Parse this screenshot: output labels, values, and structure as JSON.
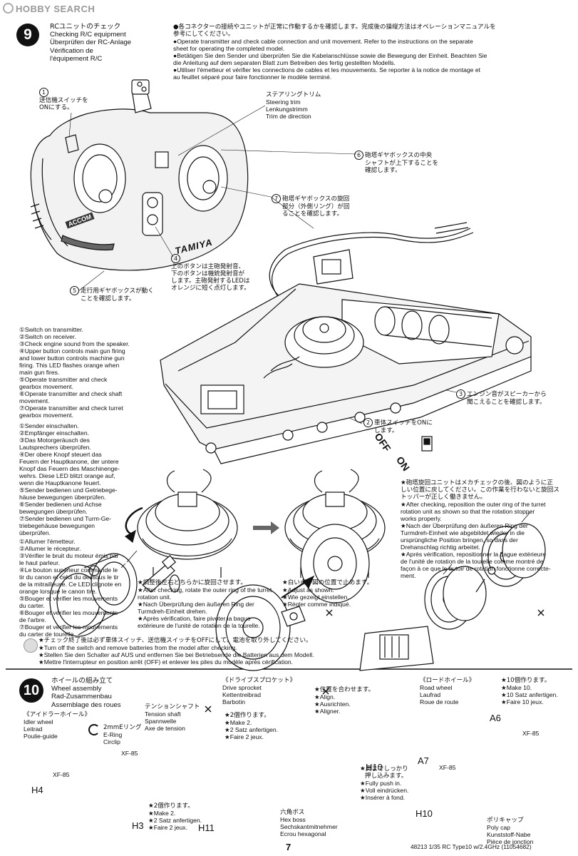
{
  "header": {
    "logo": "HOBBY SEARCH"
  },
  "step9": {
    "number": "9",
    "title_lines": [
      "RCユニットのチェック",
      "Checking R/C equipment",
      "Überprüfen der RC-Anlage",
      "Vérification de",
      "l'équipement R/C"
    ],
    "intro_lines": [
      "●各コネクターの接続やユニットが正常に作動するかを確認します。完成後の操縦方法はオペレーションマニュアルを",
      "参考にしてください。",
      "●Operate transmitter and check cable connection and unit movement. Refer to the instructions on the separate",
      "sheet for operating the completed model.",
      "●Betätigen Sie den Sender und überprüfen Sie die Kabelanschlüsse sowie die Bewegung der Einheit. Beachten Sie",
      "die Anleitung auf dem separaten Blatt zum Betreiben des fertig gestellten Modells.",
      "●Utiliser l'émetteur et vérifier les connections de cables et les mouvements. Se reporter à la notice de montage et",
      "au feuillet séparé pour faire fonctionner le modèle terminé."
    ],
    "c1": {
      "num": "1",
      "lines": [
        "送信機スイッチを",
        "ONにする。"
      ]
    },
    "steering_trim": [
      "ステアリングトリム",
      "Steering trim",
      "Lenkungstrimm",
      "Trim de direction"
    ],
    "c6": {
      "num": "6",
      "lines": [
        "砲塔ギヤボックスの中央",
        "シャフトが上下することを",
        "確認します。"
      ]
    },
    "c7": {
      "num": "7",
      "lines": [
        "砲塔ギヤボックスの旋回",
        "部分（外側リング）が回",
        "ることを確認します。"
      ]
    },
    "c4": {
      "num": "4",
      "lines": [
        "上のボタンは主砲発射音、",
        "下のボタンは機銃発射音が",
        "します。主砲発射するLEDは",
        "オレンジに短く点灯します。"
      ]
    },
    "c5": {
      "num": "5",
      "lines": [
        "走行用ギヤボックスが動く",
        "ことを確認します。"
      ]
    },
    "c3": {
      "num": "3",
      "lines": [
        "エンジン音がスピーカーから",
        "聞こえることを確認します。"
      ]
    },
    "c2": {
      "num": "2",
      "lines": [
        "車体スイッチをONに",
        "します。"
      ]
    },
    "switch_off": "OFF",
    "switch_on": "ON",
    "list_en": [
      "①Switch on transmitter.",
      "②Switch on receiver.",
      "③Check engine sound from the speaker.",
      "④Upper button controls main gun firing",
      "and lower button controls machine gun",
      "firing. This LED flashes orange when",
      "main gun fires.",
      "⑤Operate transmitter and check",
      "gearbox movement.",
      "⑥Operate transmitter and check shaft",
      "movement.",
      "⑦Operate transmitter and check turret",
      "gearbox movement."
    ],
    "list_de": [
      "①Sender einschalten.",
      "②Empfänger einschalten.",
      "③Das Motorgeräusch des",
      "Lautsprechers überprüfen.",
      "④Der obere Knopf steuert das",
      "Feuern der Hauptkanone, der untere",
      "Knopf das Feuern des Maschinenge-",
      "wehrs. Diese LED blitzt orange auf,",
      "wenn die Hauptkanone feuert.",
      "⑤Sender bedienen und Getriebege-",
      "häuse bewegungen überprüfen.",
      "⑥Sender bedienen und Achse",
      "bewegungen überprüfen.",
      "⑦Sender bedienen und Turm-Ge-",
      "triebegehäuse bewegungen",
      "überprüfen."
    ],
    "list_fr": [
      "①Allumer l'émetteur.",
      "②Allumer le récepteur.",
      "③Vérifier le bruit du moteur émis par",
      "le haut parleur.",
      "④Le bouton supérieur commande le",
      "tir du canon et celui du dessous le tir",
      "de la mitrailleuse. Ce LED clignote en",
      "orange lorsque le canon tire.",
      "⑤Bouger et vérifier les mouvements",
      "du carter.",
      "⑥Bouger et vérifier les mouvements",
      "de l'arbre.",
      "⑦Bouger et vérifier les mouvements",
      "du carter de tourelle."
    ],
    "note_right": [
      "★砲塔旋回ユニットはメカチェックの後、図のように正",
      "しい位置に戻してください。この作業を行わないと旋回ス",
      "トッパーが正しく働きません。",
      "★After checking, reposition the outer ring of the turret",
      "rotation unit as shown so that the rotation stopper",
      "works properly.",
      "★Nach der Überprüfung den äußeren Ring der",
      "Turmdreh-Einheit wie abgebildet wieder in die",
      "ursprüngliche Position bringen, so dass der",
      "Drehanschlag richtig arbeitet.",
      "★Après vérification, repositionner la bague extérieure",
      "de l'unité de rotation de la tourelle comme montré de",
      "façon à ce que le butoir de rotation fonctionne correcte-",
      "ment."
    ],
    "note_left": [
      "★調整後左右どちらかに旋回させます。",
      "★After checking, rotate the outer ring of the turret",
      "rotation unit.",
      "★Nach Überprüfung den äußeren Ring der",
      "Turmdreh-Einheit drehen.",
      "★Après vérification, faire pivoter la bague",
      "extérieure de l'unité de rotation de la tourelle."
    ],
    "note_mid": [
      "★白い点が図の位置で止めます。",
      "★Adjust as shown.",
      "★Wie gezeigt einstellen.",
      "★Régler comme indiqué."
    ],
    "final_note": [
      "★チェック終了後は必ず車体スイッチ、送信機スイッチをOFFにして、電池を取り外してください。",
      "★Turn off the switch and remove batteries from the model after checking.",
      "★Stellen Sie den Schalter auf AUS und entfernen Sie bei Betriebsende die Batterien aus dem Modell.",
      "★Mettre l'interrupteur en position arrêt (OFF) et enlever les piles du modèle après cérification."
    ],
    "tx_brand": "TAMIYA",
    "tx_logo": "ACCOM"
  },
  "step10": {
    "number": "10",
    "title_lines": [
      "ホイールの組み立て",
      "Wheel assembly",
      "Rad-Zusammenbau",
      "Assemblage des roues"
    ],
    "idler": [
      "《アイドラーホイール》",
      "Idler wheel",
      "Leitrad",
      "Poulie-guide"
    ],
    "eclip": [
      "2mmEリング",
      "E-Ring",
      "Circlip"
    ],
    "tension": [
      "テンションシャフト",
      "Tension shaft",
      "Spannwelle",
      "Axe de tension"
    ],
    "make2a": [
      "★2個作ります。",
      "★Make 2.",
      "★2 Satz anfertigen.",
      "★Faire 2 jeux."
    ],
    "make2b": [
      "★2個作ります。",
      "★Make 2.",
      "★2 Satz anfertigen.",
      "★Faire 2 jeux."
    ],
    "sprocket": [
      "《ドライブスプロケット》",
      "Drive sprocket",
      "Kettentreibrad",
      "Barbotin"
    ],
    "align": [
      "★位置を合わせます。",
      "★Align.",
      "★Ausrichten.",
      "★Aligner."
    ],
    "push": [
      "★奥までしっかり",
      "押し込みます。",
      "★Fully push in.",
      "★Voll eindrücken.",
      "★Insérer à fond."
    ],
    "hexboss": [
      "六角ボス",
      "Hex boss",
      "Sechskantmitnehmer",
      "Ecrou hexagonal"
    ],
    "roadwheel": [
      "《ロードホイール》",
      "Road wheel",
      "Laufrad",
      "Roue de route"
    ],
    "make10": [
      "★10個作ります。",
      "★Make 10.",
      "★10 Satz anfertigen.",
      "★Faire 10 jeux."
    ],
    "polycap": [
      "ポリキャップ",
      "Poly cap",
      "Kunststoff-Nabe",
      "Pièce de jonction"
    ],
    "labels": {
      "h4": "H4",
      "h3": "H3",
      "h10a": "H10",
      "h10b": "H10",
      "h11": "H11",
      "a7": "A7",
      "a6": "A6",
      "xf1": "XF-85",
      "xf2": "XF-85",
      "xf3": "XF-85",
      "xf4": "XF-85"
    }
  },
  "footer": {
    "page": "7",
    "info": "48213  1/35  RC Type10 w/2.4GHz (11054682)"
  }
}
